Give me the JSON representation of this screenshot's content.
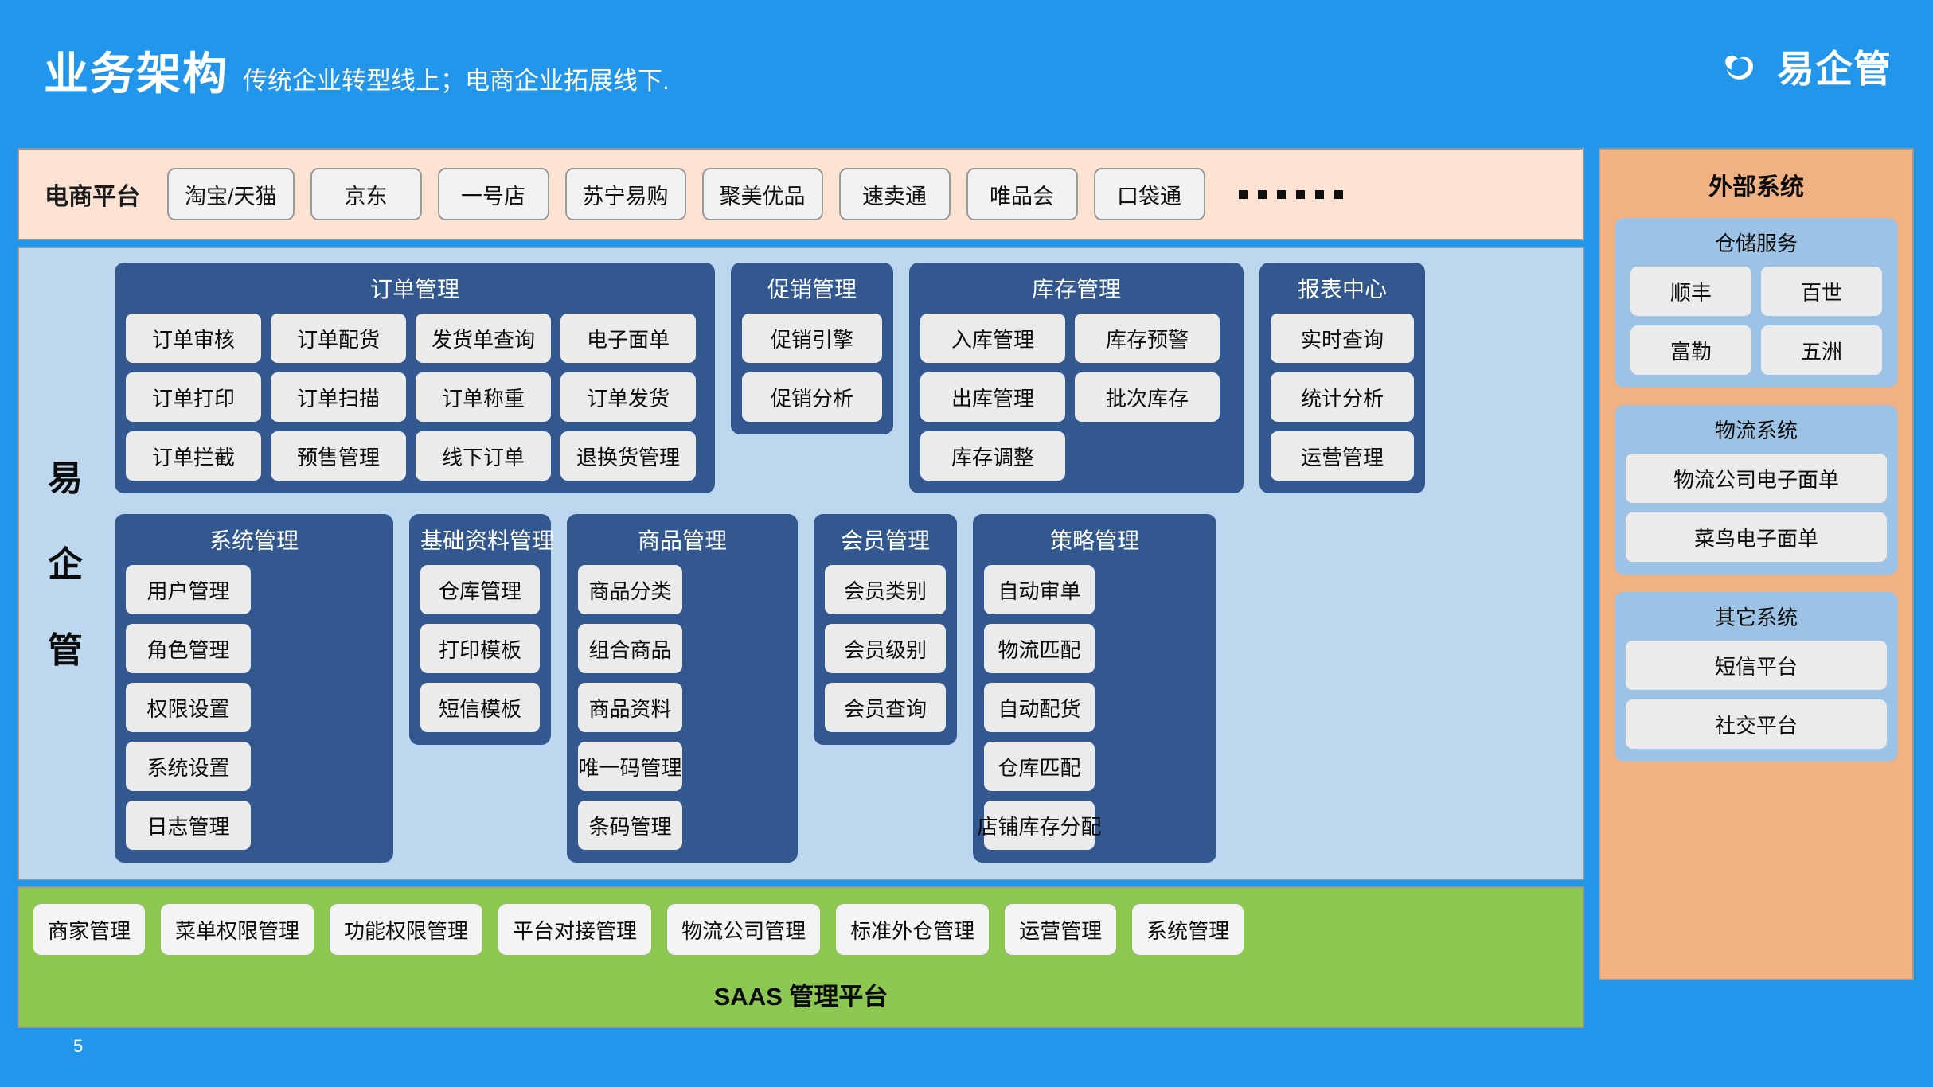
{
  "header": {
    "title": "业务架构",
    "subtitle": "传统企业转型线上；电商企业拓展线下.",
    "brand_name": "易企管",
    "brand_icon": "cloud-logo-icon",
    "accent_color": "#2196ea"
  },
  "ecommerce_bar": {
    "label": "电商平台",
    "platforms": [
      "淘宝/天猫",
      "京东",
      "一号店",
      "苏宁易购",
      "聚美优品",
      "速卖通",
      "唯品会",
      "口袋通"
    ],
    "more_indicator": "......",
    "bg_color": "#fbe2d2"
  },
  "core": {
    "side_label_chars": [
      "易",
      "企",
      "管"
    ],
    "bg_color": "#bdd7ee",
    "group_color": "#32588f",
    "row1": [
      {
        "title": "订单管理",
        "items": [
          "订单审核",
          "订单配货",
          "发货单查询",
          "电子面单",
          "订单打印",
          "订单扫描",
          "订单称重",
          "订单发货",
          "订单拦截",
          "预售管理",
          "线下订单",
          "退换货管理"
        ]
      },
      {
        "title": "促销管理",
        "items": [
          "促销引擎",
          "促销分析"
        ]
      },
      {
        "title": "库存管理",
        "items": [
          "入库管理",
          "库存预警",
          "出库管理",
          "批次库存",
          "库存调整"
        ]
      },
      {
        "title": "报表中心",
        "items": [
          "实时查询",
          "统计分析",
          "运营管理"
        ]
      }
    ],
    "row2": [
      {
        "title": "系统管理",
        "items": [
          "用户管理",
          "角色管理",
          "权限设置",
          "系统设置",
          "日志管理"
        ]
      },
      {
        "title": "基础资料管理",
        "items": [
          "仓库管理",
          "打印模板",
          "短信模板"
        ]
      },
      {
        "title": "商品管理",
        "items": [
          "商品分类",
          "组合商品",
          "商品资料",
          "唯一码管理",
          "条码管理"
        ]
      },
      {
        "title": "会员管理",
        "items": [
          "会员类别",
          "会员级别",
          "会员查询"
        ]
      },
      {
        "title": "策略管理",
        "items": [
          "自动审单",
          "物流匹配",
          "自动配货",
          "仓库匹配",
          "店铺库存分配"
        ]
      }
    ]
  },
  "saas": {
    "caption": "SAAS 管理平台",
    "bg_color": "#8cc751",
    "items": [
      "商家管理",
      "菜单权限管理",
      "功能权限管理",
      "平台对接管理",
      "物流公司管理",
      "标准外仓管理",
      "运营管理",
      "系统管理"
    ]
  },
  "external": {
    "title": "外部系统",
    "bg_color": "#f0b183",
    "blocks": [
      {
        "title": "仓储服务",
        "layout": "half",
        "items": [
          "顺丰",
          "百世",
          "富勒",
          "五洲"
        ]
      },
      {
        "title": "物流系统",
        "layout": "full",
        "items": [
          "物流公司电子面单",
          "菜鸟电子面单"
        ]
      },
      {
        "title": "其它系统",
        "layout": "full",
        "items": [
          "短信平台",
          "社交平台"
        ]
      }
    ]
  },
  "footer": {
    "page_number": "5"
  }
}
